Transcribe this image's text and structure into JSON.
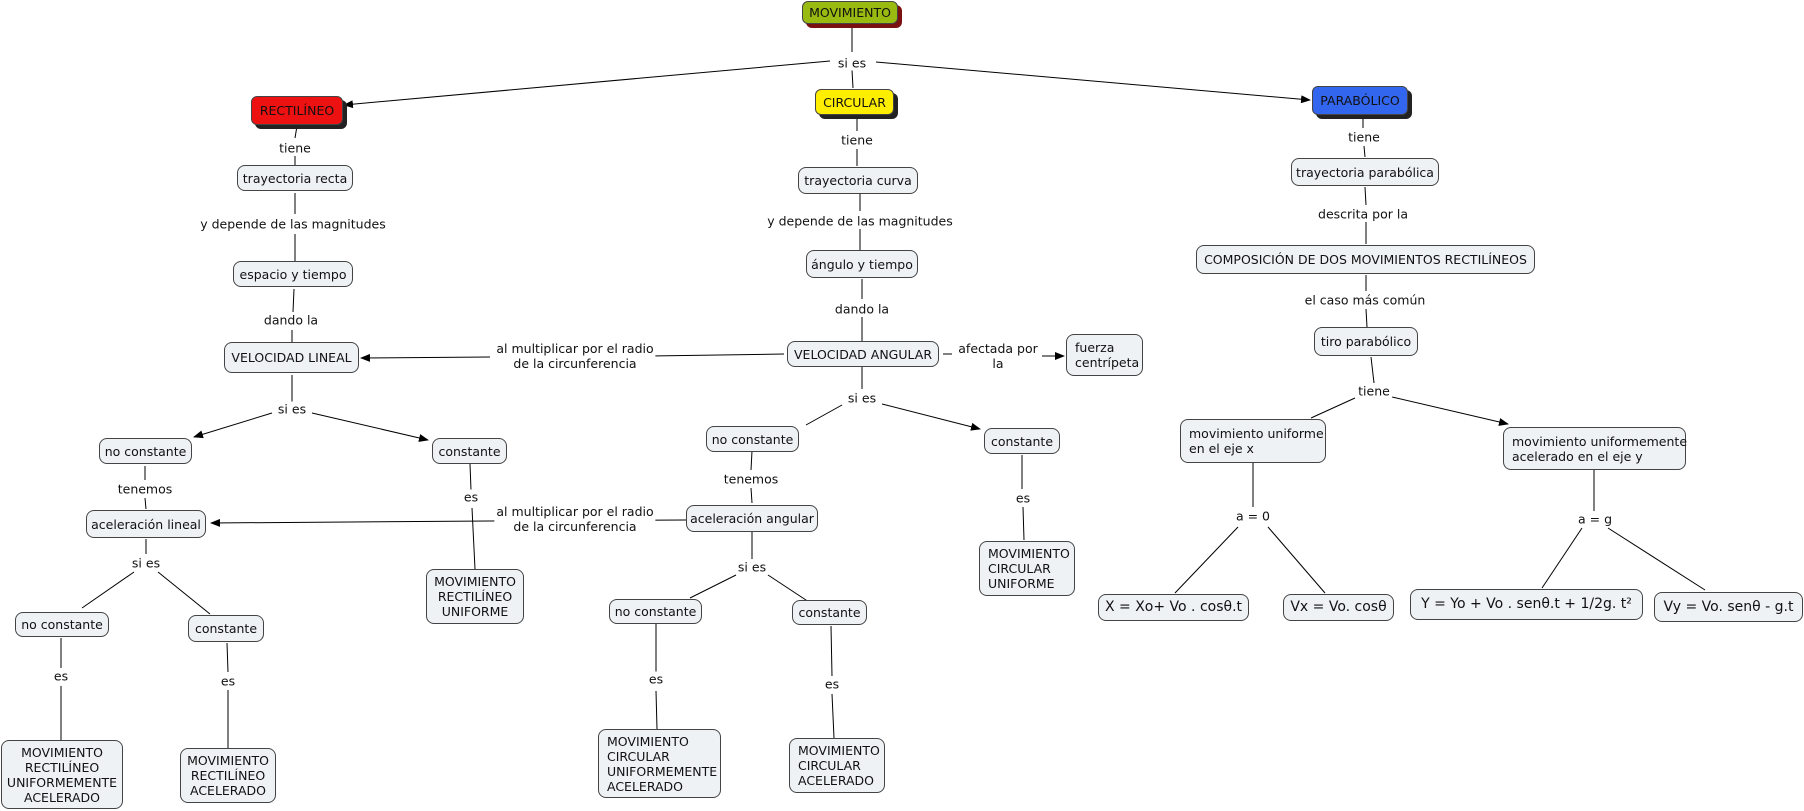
{
  "concepts": {
    "movimiento": "MOVIMIENTO",
    "rectilineo": "RECTILÍNEO",
    "circular": "CIRCULAR",
    "parabolico": "PARABÓLICO",
    "trayectoria_recta": "trayectoria recta",
    "espacio_tiempo": "espacio y tiempo",
    "velocidad_lineal": "VELOCIDAD LINEAL",
    "r_no_constante": "no constante",
    "r_constante": "constante",
    "aceleracion_lineal": "aceleración lineal",
    "mru_lines": [
      "MOVIMIENTO",
      "RECTILÍNEO",
      "UNIFORME"
    ],
    "r2_no_constante": "no constante",
    "r2_constante": "constante",
    "mrua_lines": [
      "MOVIMIENTO",
      "RECTILÍNEO",
      "UNIFORMEMENTE",
      "ACELERADO"
    ],
    "mra_lines": [
      "MOVIMIENTO",
      "RECTILÍNEO",
      "ACELERADO"
    ],
    "trayectoria_curva": "trayectoria curva",
    "angulo_tiempo": "ángulo y tiempo",
    "velocidad_angular": "VELOCIDAD ANGULAR",
    "fuerza_lines": [
      "fuerza",
      "centrípeta"
    ],
    "c_no_constante": "no constante",
    "c_constante": "constante",
    "aceleracion_angular": "aceleración angular",
    "mcu_lines": [
      "MOVIMIENTO",
      "CIRCULAR",
      "UNIFORME"
    ],
    "c2_no_constante": "no constante",
    "c2_constante": "constante",
    "mcua_lines": [
      "MOVIMIENTO",
      "CIRCULAR",
      "UNIFORMEMENTE",
      "ACELERADO"
    ],
    "mca_lines": [
      "MOVIMIENTO",
      "CIRCULAR",
      "ACELERADO"
    ],
    "trayectoria_parabolica": "trayectoria parabólica",
    "composicion": "COMPOSICIÓN DE DOS MOVIMIENTOS RECTILÍNEOS",
    "tiro_parabolico": "tiro parabólico",
    "mu_eje_x_lines": [
      "movimiento uniforme",
      "en el eje x"
    ],
    "mua_eje_y_lines": [
      "movimiento uniformemente",
      "acelerado en el eje y"
    ],
    "formula_x": "X = Xo+ Vo . cosθ.t",
    "formula_vx": "Vx = Vo. cosθ",
    "formula_y": "Y = Yo + Vo . senθ.t + 1/2g. t²",
    "formula_vy": "Vy = Vo. senθ - g.t"
  },
  "links": {
    "si_es_top": "si es",
    "tiene_r": "tiene",
    "tiene_c": "tiene",
    "tiene_p": "tiene",
    "y_depende_r": "y depende de las magnitudes",
    "y_depende_c": "y depende de las magnitudes",
    "dando_la_r": "dando la",
    "dando_la_c": "dando la",
    "al_multiplicar_1": [
      "al multiplicar por el radio",
      "de la circunferencia"
    ],
    "al_multiplicar_2": [
      "al multiplicar por el radio",
      "de la circunferencia"
    ],
    "afectada_por": [
      "afectada por",
      "la"
    ],
    "si_es_vl": "si es",
    "si_es_va": "si es",
    "tenemos_r": "tenemos",
    "tenemos_c": "tenemos",
    "es_mru": "es",
    "es_mcu": "es",
    "si_es_al": "si es",
    "si_es_aa": "si es",
    "es_r1": "es",
    "es_r2": "es",
    "es_c1": "es",
    "es_c2": "es",
    "descrita_por_la": "descrita por la",
    "el_caso": "el caso más común",
    "tiene_tp": "tiene",
    "a_0": "a = 0",
    "a_g": "a = g"
  },
  "colors": {
    "green": "#99bb11",
    "red": "#ee1111",
    "yellow": "#ffee00",
    "blue": "#3366ee",
    "node_bg": "#eef2f5",
    "border": "#444444"
  }
}
